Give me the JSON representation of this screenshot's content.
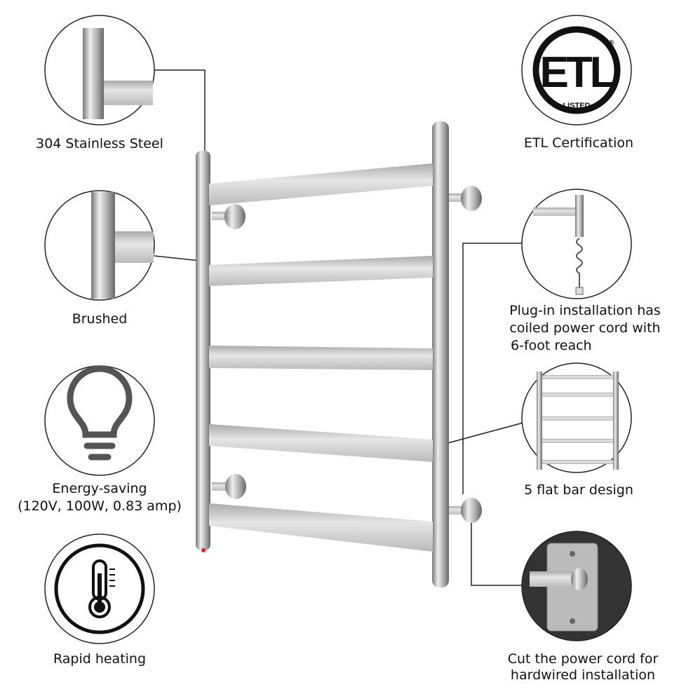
{
  "features_left": [
    {
      "icon": "stainless-steel-closeup",
      "label": "304 Stainless Steel"
    },
    {
      "icon": "brushed-finish-closeup",
      "label": "Brushed"
    },
    {
      "icon": "lightbulb-icon",
      "label": "Energy-saving",
      "sublabel": "(120V, 100W, 0.83 amp)"
    },
    {
      "icon": "thermometer-icon",
      "label": "Rapid heating"
    }
  ],
  "features_right": [
    {
      "icon": "etl-logo",
      "label": "ETL Certification",
      "logo_text": "ETL LISTED"
    },
    {
      "icon": "power-cord-closeup",
      "lines": [
        "Plug-in installation has",
        "coiled power cord with",
        "6-foot reach"
      ]
    },
    {
      "icon": "flat-bar-closeup",
      "label": "5 flat bar design"
    },
    {
      "icon": "wall-plate-closeup",
      "lines": [
        "Cut the power cord for",
        "hardwired installation"
      ]
    }
  ],
  "colors": {
    "steel": "#c9c9c9",
    "line": "#222222",
    "etl": "#111111"
  }
}
